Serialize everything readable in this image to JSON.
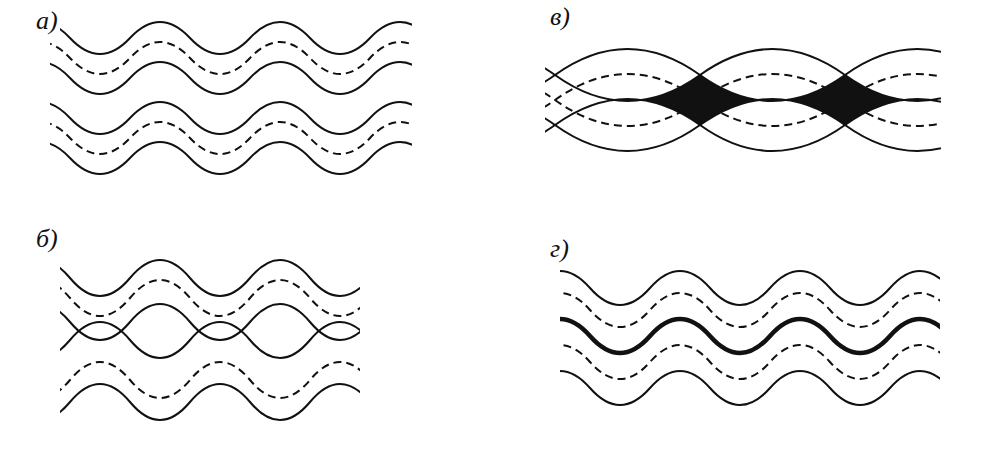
{
  "diagram": {
    "labels": [
      "а)",
      "в)",
      "б)",
      "г)"
    ]
  }
}
